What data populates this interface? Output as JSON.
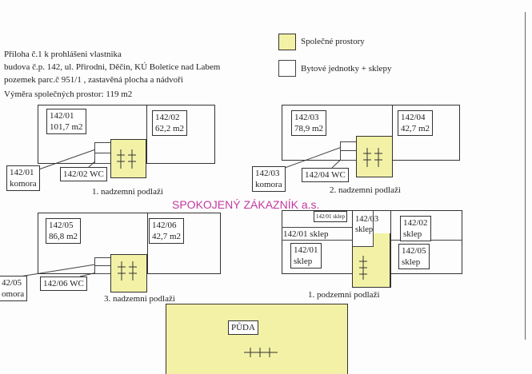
{
  "header": {
    "line1": "Příloha č.1 k prohlášeni vlastnika",
    "line2": "budova č.p. 142, ul. Přirodni, Děčin, KÚ Boletice nad Labem",
    "line3": "pozemek parc.č 951/1      , zastavěná plocha a nádvoři",
    "area": "Výměra společných prostor: 119 m2"
  },
  "legend": [
    {
      "label": "Společné prostory",
      "color": "#f3f1a6"
    },
    {
      "label": "Bytové jednotky + sklepy",
      "color": "#ffffff"
    }
  ],
  "floors": {
    "f1": {
      "caption": "1. nadzemni podlaži",
      "unit_a": [
        "142/01",
        "101,7 m2"
      ],
      "unit_b": [
        "142/02",
        "62,2 m2"
      ],
      "komora": [
        "142/01",
        "komora"
      ],
      "wc": "142/02 WC"
    },
    "f2": {
      "caption": "2. nadzemni podlaži",
      "unit_a": [
        "142/03",
        "78,9 m2"
      ],
      "unit_b": [
        "142/04",
        "42,7 m2"
      ],
      "komora": [
        "142/03",
        "komora"
      ],
      "wc": "142/04 WC"
    },
    "f3": {
      "caption": "3. nadzemni podlaži",
      "unit_a": [
        "142/05",
        "86,8 m2"
      ],
      "unit_b": [
        "142/06",
        "42,7 m2"
      ],
      "komora": [
        "42/05",
        "omora"
      ],
      "wc": "142/06 WC"
    },
    "basement": {
      "caption": "1. podzemni podlaži",
      "small": "142/01 sklep",
      "line_label": "142/01 sklep",
      "s1": [
        "142/01",
        "sklep"
      ],
      "s3": [
        "142/03",
        "sklep"
      ],
      "s2": [
        "142/02",
        "sklep"
      ],
      "s5": [
        "142/05",
        "sklep"
      ]
    },
    "attic": {
      "label": "PŮDA"
    }
  },
  "watermark": "SPOKOJENÝ ZÁKAZNÍK a.s.",
  "colors": {
    "common": "#f3f1a6",
    "watermark": "#c23aa0"
  }
}
